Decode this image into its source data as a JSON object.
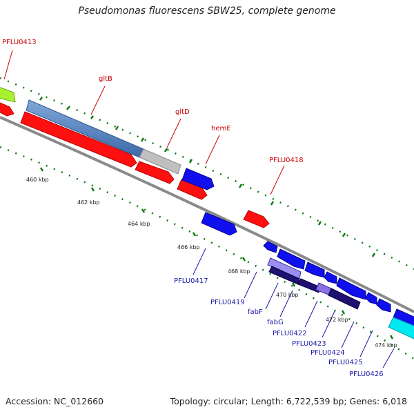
{
  "title": "Pseudomonas fluorescens SBW25, complete genome",
  "footer": {
    "accession": "Accession: NC_012660",
    "summary": "Topology: circular; Length: 6,722,539 bp; Genes: 6,018"
  },
  "colors": {
    "forward_gene": "#ff0000",
    "reverse_gene": "#0000ee",
    "backbone": "#808080",
    "tick": "#006400",
    "label_red": "#cc0000",
    "label_blue": "#1a1aa6"
  },
  "kbp_ticks": [
    {
      "label": "460 kbp"
    },
    {
      "label": "462 kbp"
    },
    {
      "label": "464 kbp"
    },
    {
      "label": "466 kbp"
    },
    {
      "label": "468 kbp"
    },
    {
      "label": "470 kbp"
    },
    {
      "label": "472 kbp"
    },
    {
      "label": "474 kbp"
    }
  ],
  "labels_forward": [
    {
      "text": "PFLU0413"
    },
    {
      "text": "gltB"
    },
    {
      "text": "gltD"
    },
    {
      "text": "hemE"
    },
    {
      "text": "PFLU0418"
    }
  ],
  "labels_reverse": [
    {
      "text": "PFLU0417"
    },
    {
      "text": "PFLU0419"
    },
    {
      "text": "fabF"
    },
    {
      "text": "fabG"
    },
    {
      "text": "PFLU0422"
    },
    {
      "text": "PFLU0423"
    },
    {
      "text": "PFLU0424"
    },
    {
      "text": "PFLU0425"
    },
    {
      "text": "PFLU0426"
    }
  ]
}
